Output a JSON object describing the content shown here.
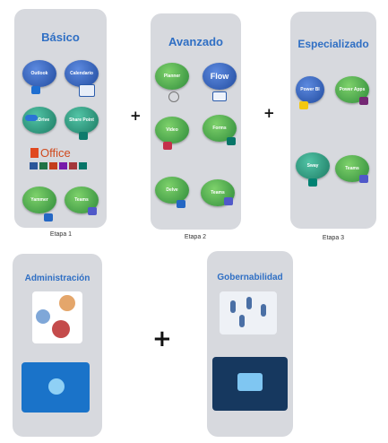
{
  "stages": [
    {
      "title": "Básico",
      "caption": "Etapa 1",
      "apps": [
        "Outlook",
        "Calendario",
        "OneDrive",
        "Share Point",
        "Yammer",
        "Teams"
      ],
      "office_label": "Office"
    },
    {
      "title": "Avanzado",
      "caption": "Etapa 2",
      "apps": [
        "Planner",
        "Flow",
        "Video",
        "Forms",
        "Delve",
        "Teams"
      ]
    },
    {
      "title": "Especializado",
      "caption": "Etapa 3",
      "apps": [
        "Power BI",
        "Power Apps",
        "Sway",
        "Teams"
      ]
    }
  ],
  "bottom_panels": [
    {
      "title": "Administración"
    },
    {
      "title": "Gobernabilidad"
    }
  ],
  "plus_sign": "+",
  "colors": {
    "panel": "#d7d9de",
    "title": "#2f6fc4"
  }
}
